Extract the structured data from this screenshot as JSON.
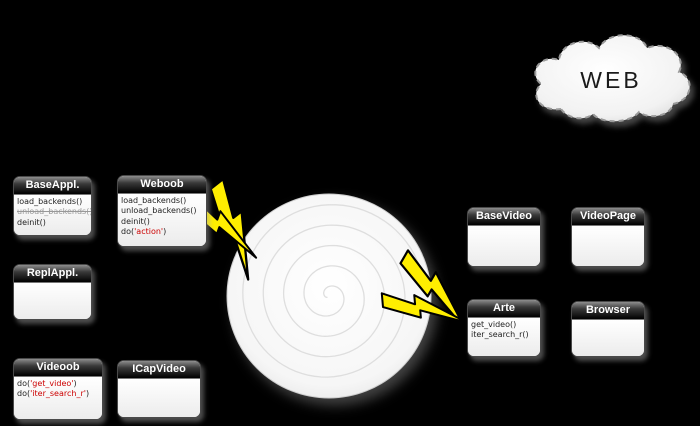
{
  "cloud": {
    "label": "WEB"
  },
  "colors": {
    "background": "#000000",
    "bolt_fill": "#ffee00",
    "red_text": "#cc0000",
    "muted_text": "#999999"
  },
  "classes": [
    {
      "id": "baseappl",
      "title": "BaseAppl.",
      "methods": [
        {
          "segments": [
            {
              "t": "load_backends()"
            }
          ]
        },
        {
          "segments": [
            {
              "t": "unload_backends()",
              "c": "strike"
            }
          ]
        },
        {
          "segments": [
            {
              "t": "deinit()"
            }
          ]
        }
      ]
    },
    {
      "id": "weboob",
      "title": "Weboob",
      "methods": [
        {
          "segments": [
            {
              "t": "load_backends()"
            }
          ]
        },
        {
          "segments": [
            {
              "t": "unload_backends()"
            }
          ]
        },
        {
          "segments": [
            {
              "t": "deinit()"
            }
          ]
        },
        {
          "segments": [
            {
              "t": "do("
            },
            {
              "t": "'action'",
              "c": "red"
            },
            {
              "t": ")"
            }
          ]
        }
      ]
    },
    {
      "id": "replappl",
      "title": "ReplAppl.",
      "methods": []
    },
    {
      "id": "videoob",
      "title": "Videoob",
      "methods": [
        {
          "segments": [
            {
              "t": "do("
            },
            {
              "t": "'get_video'",
              "c": "red"
            },
            {
              "t": ")"
            }
          ]
        },
        {
          "segments": [
            {
              "t": "do("
            },
            {
              "t": "'iter_search_r'",
              "c": "red"
            },
            {
              "t": ")"
            }
          ]
        }
      ]
    },
    {
      "id": "icapvideo",
      "title": "ICapVideo",
      "methods": []
    },
    {
      "id": "basevideo",
      "title": "BaseVideo",
      "methods": []
    },
    {
      "id": "videopage",
      "title": "VideoPage",
      "methods": []
    },
    {
      "id": "arte",
      "title": "Arte",
      "methods": [
        {
          "segments": [
            {
              "t": "get_video()"
            }
          ]
        },
        {
          "segments": [
            {
              "t": "iter_search_r()"
            }
          ]
        }
      ]
    },
    {
      "id": "browser",
      "title": "Browser",
      "methods": []
    }
  ]
}
